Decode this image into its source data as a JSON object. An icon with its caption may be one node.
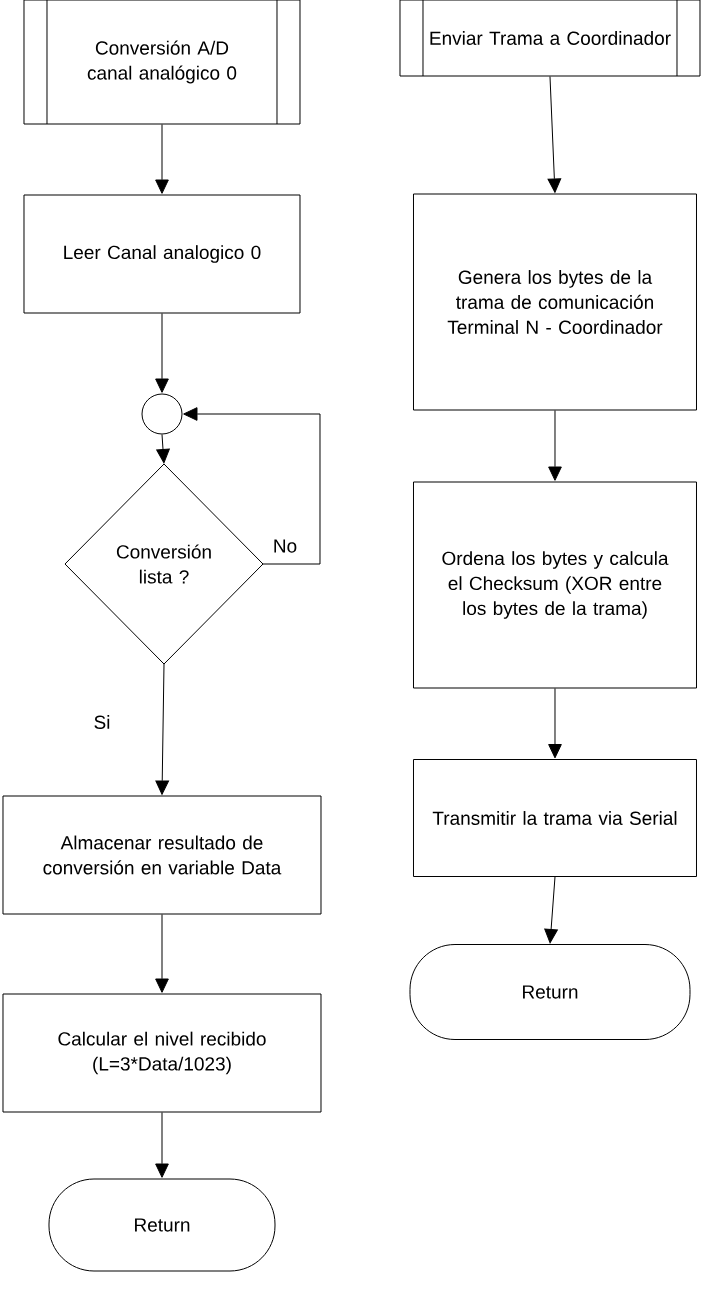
{
  "diagram": {
    "nodes": [
      {
        "text": [
          "Conversión A/D canal analógico 0"
        ]
      },
      {
        "text": [
          "Leer Canal analogico 0"
        ]
      },
      {
        "text": [],
        "shape": "circle"
      },
      {
        "text": [
          "Conversión lista ?"
        ]
      },
      {
        "text": [
          "Almacenar resultado de conversión en variable Data"
        ]
      },
      {
        "text": [
          "Calcular el nivel recibido (L=3*Data/1023)"
        ]
      },
      {
        "text": [
          "Return"
        ]
      },
      {
        "text": [
          "Enviar Trama a Coordinador"
        ]
      },
      {
        "text": [
          "Genera los bytes de la trama de comunicación Terminal N - Coordinador"
        ]
      },
      {
        "text": [
          "Ordena los bytes y calcula el Checksum (XOR entre los bytes de la trama)"
        ]
      },
      {
        "text": [
          "Transmitir la trama via Serial"
        ]
      },
      {
        "text": [
          "Return"
        ]
      }
    ],
    "edges": [
      {
        "from": 0,
        "to": 1,
        "arrow": "to"
      },
      {
        "from": 1,
        "to": 2,
        "arrow": "to"
      },
      {
        "from": 2,
        "to": 3,
        "arrow": "to"
      },
      {
        "from": 3,
        "to": 4,
        "arrow": "to",
        "label": "Si"
      },
      {
        "from": 3,
        "to": 2,
        "arrow": "to",
        "label": "No"
      },
      {
        "from": 4,
        "to": 5,
        "arrow": "to"
      },
      {
        "from": 5,
        "to": 6,
        "arrow": "to"
      },
      {
        "from": 7,
        "to": 8,
        "arrow": "to"
      },
      {
        "from": 8,
        "to": 9,
        "arrow": "to"
      },
      {
        "from": 9,
        "to": 10,
        "arrow": "to"
      },
      {
        "from": 10,
        "to": 11,
        "arrow": "to"
      }
    ]
  }
}
